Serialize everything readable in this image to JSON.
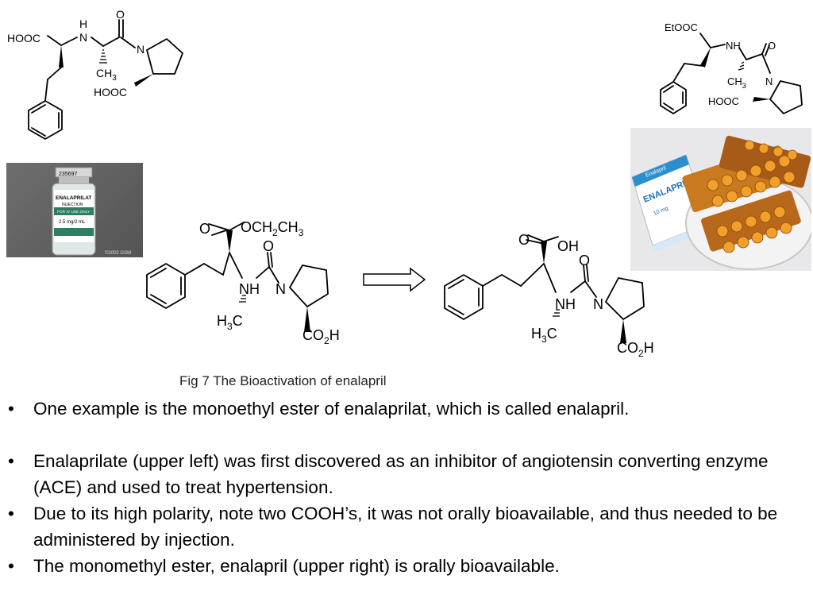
{
  "enalaprilat_top": {
    "hooc1": "HOOC",
    "nh": "N",
    "h": "H",
    "o": "O",
    "n": "N",
    "ch3": "CH",
    "ch3_sub": "3",
    "hooc2": "HOOC"
  },
  "enalapril_top": {
    "etooc": "EtOOC",
    "nh": "NH",
    "o": "O",
    "ch3": "CH",
    "ch3_sub": "3",
    "n": "N",
    "hooc": "HOOC"
  },
  "vial_photo": {
    "code_label": "235697",
    "brand_label": "ENALAPRILAT",
    "sub_label": "INJECTION",
    "use_label": "FOR IV USE ONLY",
    "dose_label": "2.5 mg/2 mL",
    "copyright": "©2002 GSM"
  },
  "tablets_photo": {
    "box_label": "ENALAPRIL",
    "box_brand": "Enalapril",
    "box_sub": "10 mg"
  },
  "bioactivation": {
    "left": {
      "o": "O",
      "ester": "OCH",
      "ester_sub1": "2",
      "ester_mid": "CH",
      "ester_sub2": "3",
      "o2": "O",
      "nh": "NH",
      "n": "N",
      "h3c": "H",
      "h3c_sub": "3",
      "h3c_end": "C",
      "co2h": "CO",
      "co2h_sub": "2",
      "co2h_end": "H"
    },
    "right": {
      "o": "O",
      "oh": "OH",
      "o2": "O",
      "nh": "NH",
      "n": "N",
      "h3c": "H",
      "h3c_sub": "3",
      "h3c_end": "C",
      "co2h": "CO",
      "co2h_sub": "2",
      "co2h_end": "H"
    },
    "caption": "Fig 7 The Bioactivation of enalapril"
  },
  "bullets": {
    "symbol": "•",
    "items": [
      "One example is the monoethyl ester of enalaprilat, which is called enalapril.",
      "Enalaprilate (upper left) was first discovered as an inhibitor of angiotensin converting enzyme (ACE) and used to treat hypertension.",
      "Due to its high polarity, note two COOH’s, it was not orally bioavailable, and thus needed to be administered by injection.",
      "The monomethyl ester, enalapril (upper right) is orally bioavailable."
    ]
  }
}
